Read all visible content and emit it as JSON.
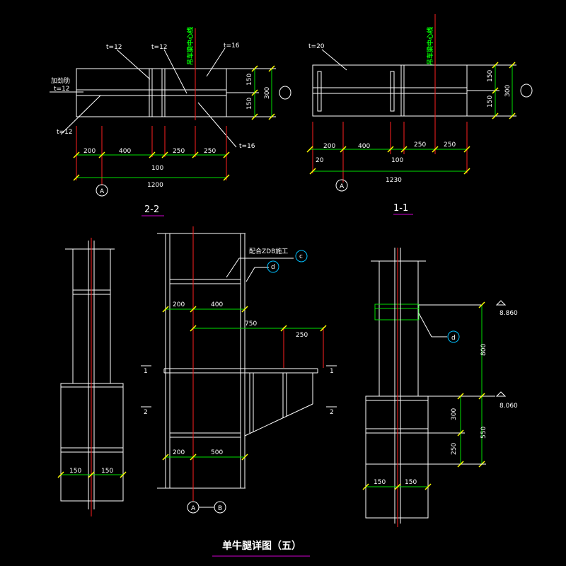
{
  "drawing_title": "单牛腿详图（五）",
  "section_22": {
    "title": "2-2",
    "labels": {
      "t12_a": "t=12",
      "t12_b": "t=12",
      "t16_top": "t=16",
      "stiff_1": "加劲肋",
      "stiff_2": "t=12",
      "t12_left": "t=12",
      "t16_right": "t=16",
      "crane_center": "吊车梁中心线"
    },
    "dims": {
      "d200": "200",
      "d400": "400",
      "d250a": "250",
      "d250b": "250",
      "d100": "100",
      "d1200": "1200",
      "h150a": "150",
      "h150b": "150",
      "h300": "300"
    },
    "axis": "A"
  },
  "section_11": {
    "title": "1-1",
    "labels": {
      "t20": "t=20",
      "crane_center": "吊车梁中心线"
    },
    "dims": {
      "d200": "200",
      "d400": "400",
      "d250a": "250",
      "d250b": "250",
      "d20": "20",
      "d100": "100",
      "d1230": "1230",
      "h150a": "150",
      "h150b": "150",
      "h300": "300"
    },
    "axis": "A"
  },
  "elevation_left": {
    "dims": {
      "d150a": "150",
      "d150b": "150"
    }
  },
  "elevation_mid": {
    "note": "配合ZDB施工",
    "callout_c": "c",
    "callout_d": "d",
    "dims": {
      "d200a": "200",
      "d400": "400",
      "d750": "750",
      "d250": "250",
      "d200b": "200",
      "d500": "500"
    },
    "cut_1_left": "1",
    "cut_2_left": "2",
    "cut_1_right": "1",
    "cut_2_right": "2",
    "axis_a": "A",
    "axis_b": "B"
  },
  "elevation_right": {
    "callout_d": "d",
    "elev_top": "8.860",
    "elev_bot": "8.060",
    "dims": {
      "d800": "800",
      "d300": "300",
      "d250": "250",
      "d550": "550",
      "d150a": "150",
      "d150b": "150"
    }
  }
}
